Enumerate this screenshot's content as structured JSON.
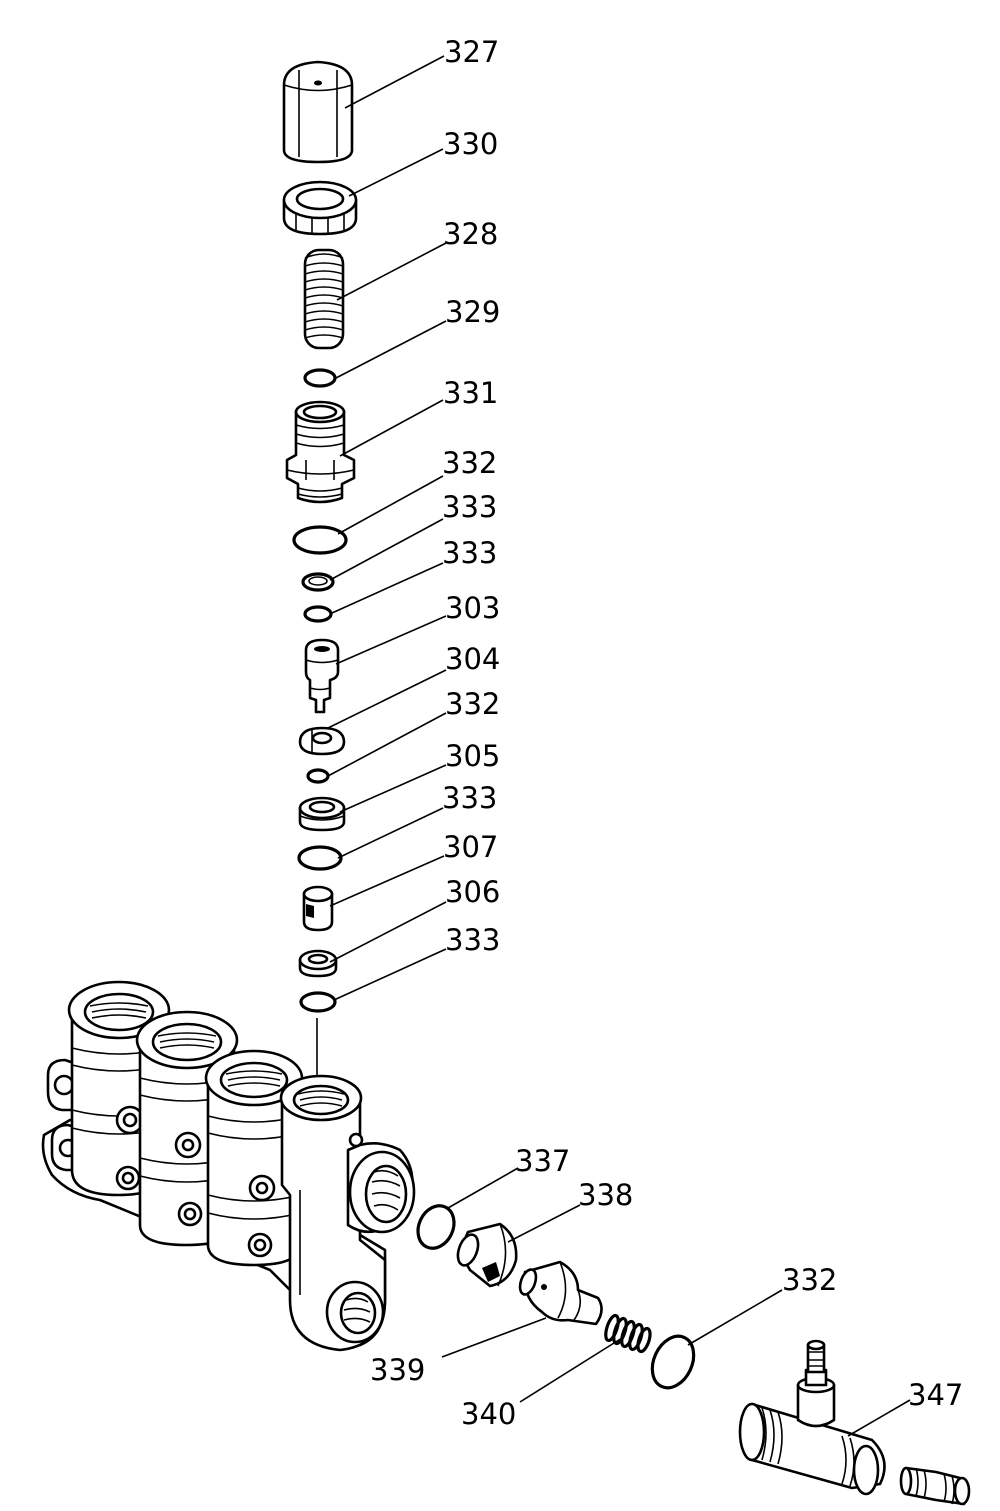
{
  "callouts": [
    {
      "id": "c1",
      "label": "327"
    },
    {
      "id": "c2",
      "label": "330"
    },
    {
      "id": "c3",
      "label": "328"
    },
    {
      "id": "c4",
      "label": "329"
    },
    {
      "id": "c5",
      "label": "331"
    },
    {
      "id": "c6",
      "label": "332"
    },
    {
      "id": "c7",
      "label": "333"
    },
    {
      "id": "c8",
      "label": "333"
    },
    {
      "id": "c9",
      "label": "303"
    },
    {
      "id": "c10",
      "label": "304"
    },
    {
      "id": "c11",
      "label": "332"
    },
    {
      "id": "c12",
      "label": "305"
    },
    {
      "id": "c13",
      "label": "333"
    },
    {
      "id": "c14",
      "label": "307"
    },
    {
      "id": "c15",
      "label": "306"
    },
    {
      "id": "c16",
      "label": "333"
    },
    {
      "id": "c17",
      "label": "337"
    },
    {
      "id": "c18",
      "label": "338"
    },
    {
      "id": "c19",
      "label": "339"
    },
    {
      "id": "c20",
      "label": "340"
    },
    {
      "id": "c21",
      "label": "332"
    },
    {
      "id": "c22",
      "label": "347"
    }
  ]
}
